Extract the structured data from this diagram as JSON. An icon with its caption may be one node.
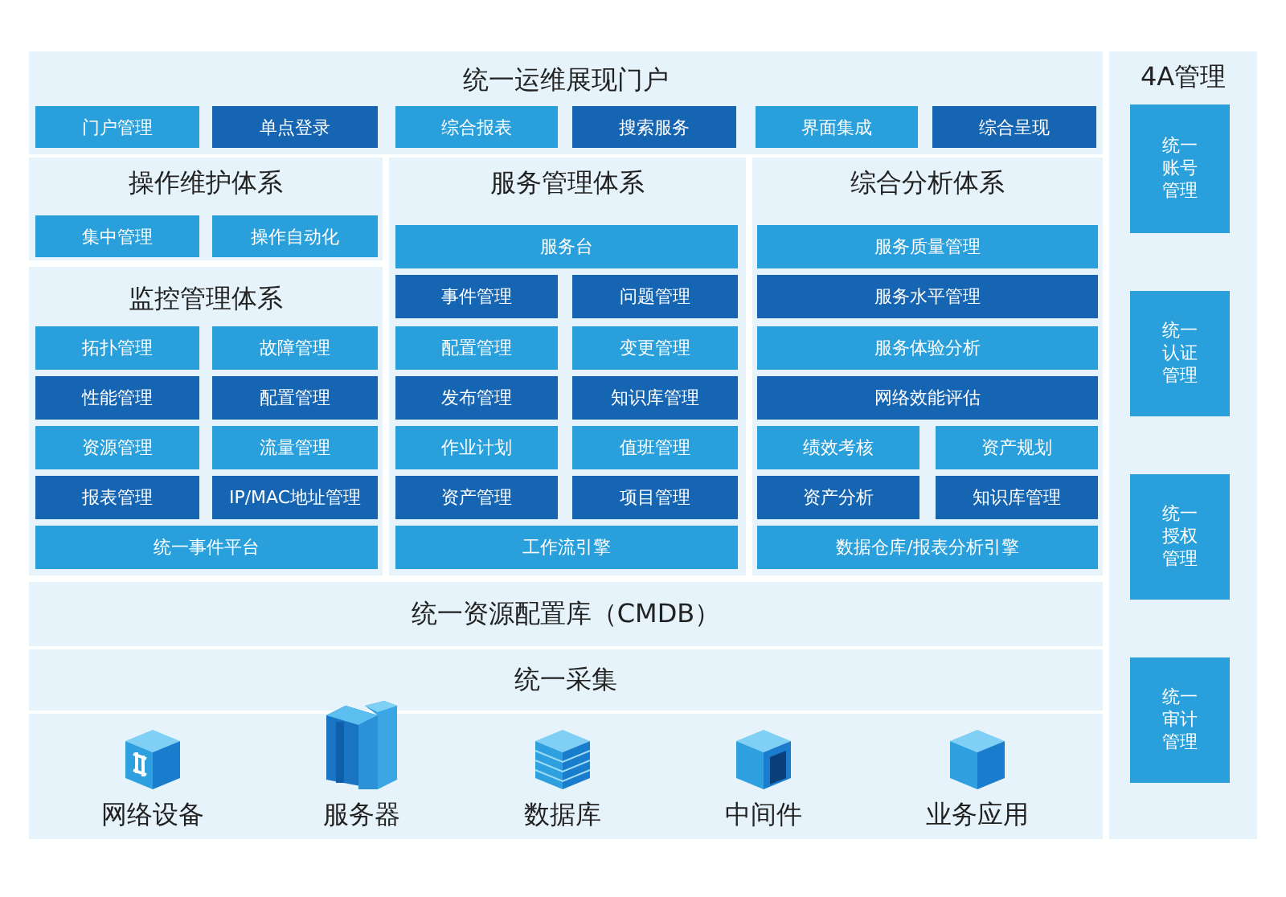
{
  "diagram": {
    "nodes": [
      {
        "text": [
          "统一运维展现门户"
        ]
      },
      {
        "text": [
          "门户管理"
        ],
        "in": 0
      },
      {
        "text": [
          "单点登录"
        ],
        "in": 0
      },
      {
        "text": [
          "综合报表"
        ],
        "in": 0
      },
      {
        "text": [
          "搜索服务"
        ],
        "in": 0
      },
      {
        "text": [
          "界面集成"
        ],
        "in": 0
      },
      {
        "text": [
          "综合呈现"
        ],
        "in": 0
      },
      {
        "text": [
          "操作维护体系"
        ]
      },
      {
        "text": [
          "集中管理"
        ],
        "in": 7
      },
      {
        "text": [
          "操作自动化"
        ],
        "in": 7
      },
      {
        "text": [
          "监控管理体系"
        ]
      },
      {
        "text": [
          "拓扑管理"
        ],
        "in": 10
      },
      {
        "text": [
          "故障管理"
        ],
        "in": 10
      },
      {
        "text": [
          "性能管理"
        ],
        "in": 10
      },
      {
        "text": [
          "配置管理"
        ],
        "in": 10
      },
      {
        "text": [
          "资源管理"
        ],
        "in": 10
      },
      {
        "text": [
          "流量管理"
        ],
        "in": 10
      },
      {
        "text": [
          "报表管理"
        ],
        "in": 10
      },
      {
        "text": [
          "IP/MAC地址管理"
        ],
        "in": 10
      },
      {
        "text": [
          "统一事件平台"
        ],
        "in": 10
      },
      {
        "text": [
          "服务管理体系"
        ]
      },
      {
        "text": [
          "服务台"
        ],
        "in": 20
      },
      {
        "text": [
          "事件管理"
        ],
        "in": 20
      },
      {
        "text": [
          "问题管理"
        ],
        "in": 20
      },
      {
        "text": [
          "配置管理"
        ],
        "in": 20
      },
      {
        "text": [
          "变更管理"
        ],
        "in": 20
      },
      {
        "text": [
          "发布管理"
        ],
        "in": 20
      },
      {
        "text": [
          "知识库管理"
        ],
        "in": 20
      },
      {
        "text": [
          "作业计划"
        ],
        "in": 20
      },
      {
        "text": [
          "值班管理"
        ],
        "in": 20
      },
      {
        "text": [
          "资产管理"
        ],
        "in": 20
      },
      {
        "text": [
          "项目管理"
        ],
        "in": 20
      },
      {
        "text": [
          "工作流引擎"
        ],
        "in": 20
      },
      {
        "text": [
          "综合分析体系"
        ]
      },
      {
        "text": [
          "服务质量管理"
        ],
        "in": 33
      },
      {
        "text": [
          "服务水平管理"
        ],
        "in": 33
      },
      {
        "text": [
          "服务体验分析"
        ],
        "in": 33
      },
      {
        "text": [
          "网络效能评估"
        ],
        "in": 33
      },
      {
        "text": [
          "绩效考核"
        ],
        "in": 33
      },
      {
        "text": [
          "资产规划"
        ],
        "in": 33
      },
      {
        "text": [
          "资产分析"
        ],
        "in": 33
      },
      {
        "text": [
          "知识库管理"
        ],
        "in": 33
      },
      {
        "text": [
          "数据仓库/报表分析引擎"
        ],
        "in": 33
      },
      {
        "text": [
          "统一资源配置库（CMDB）"
        ]
      },
      {
        "text": [
          "统一采集"
        ]
      },
      {
        "text": [],
        "shape": "box"
      },
      {
        "text": [
          "网络设备"
        ],
        "in": 45
      },
      {
        "text": [
          "服务器"
        ],
        "in": 45
      },
      {
        "text": [
          "数据库"
        ],
        "in": 45
      },
      {
        "text": [
          "中间件"
        ],
        "in": 45
      },
      {
        "text": [
          "业务应用"
        ],
        "in": 45
      },
      {
        "text": [
          "4A管理"
        ]
      },
      {
        "text": [
          "统一账号管理"
        ],
        "in": 51
      },
      {
        "text": [
          "统一认证管理"
        ],
        "in": 51
      },
      {
        "text": [
          "统一授权管理"
        ],
        "in": 51
      },
      {
        "text": [
          "统一审计管理"
        ],
        "in": 51
      }
    ],
    "edges": []
  }
}
